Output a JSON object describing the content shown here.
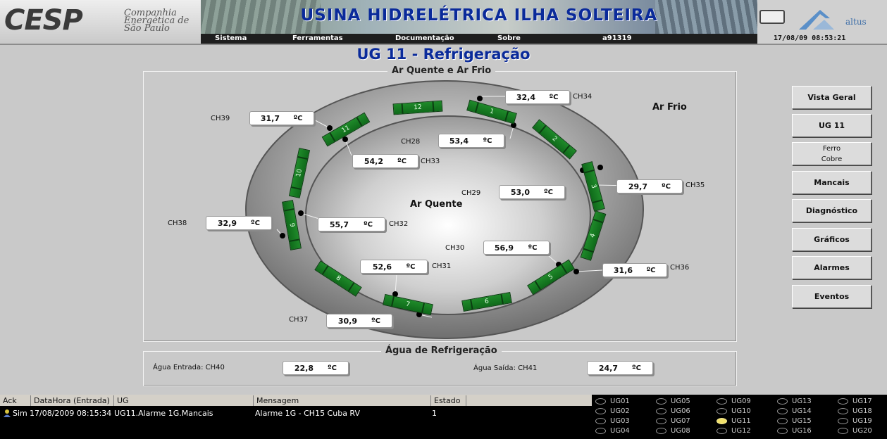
{
  "header": {
    "logo_text": "CESP",
    "logo_sub": "Companhia Energética de São Paulo",
    "title": "USINA  HIDRELÉTRICA ILHA SOLTEIRA",
    "menu": [
      "Sistema",
      "Ferramentas",
      "Documentação",
      "Sobre"
    ],
    "user": "a91319",
    "datetime": "17/08/09  08:53:21",
    "brand": "altus"
  },
  "page_title": "UG 11 - Refrigeração",
  "air": {
    "frame_label": "Ar Quente e Ar Frio",
    "cold_label": "Ar Frio",
    "hot_label": "Ar Quente",
    "unit": "ºC",
    "sensors": [
      "12",
      "1",
      "2",
      "3",
      "4",
      "5",
      "6",
      "7",
      "8",
      "9",
      "10",
      "11"
    ],
    "channels": [
      {
        "ch": "CH34",
        "value": "32,4"
      },
      {
        "ch": "CH39",
        "value": "31,7"
      },
      {
        "ch": "CH28",
        "value": "53,4"
      },
      {
        "ch": "CH33",
        "value": "54,2"
      },
      {
        "ch": "CH29",
        "value": "53,0"
      },
      {
        "ch": "CH35",
        "value": "29,7"
      },
      {
        "ch": "CH38",
        "value": "32,9"
      },
      {
        "ch": "CH32",
        "value": "55,7"
      },
      {
        "ch": "CH30",
        "value": "56,9"
      },
      {
        "ch": "CH31",
        "value": "52,6"
      },
      {
        "ch": "CH36",
        "value": "31,6"
      },
      {
        "ch": "CH37",
        "value": "30,9"
      }
    ]
  },
  "water": {
    "frame_label": "Água de Refrigeração",
    "inlet_label": "Água Entrada: CH40",
    "inlet_value": "22,8",
    "outlet_label": "Água Saída: CH41",
    "outlet_value": "24,7"
  },
  "nav": [
    "Vista Geral",
    "UG 11",
    "Ferro\nCobre",
    "Mancais",
    "Diagnóstico",
    "Gráficos",
    "Alarmes",
    "Eventos"
  ],
  "alarms": {
    "columns": [
      "Ack",
      "DataHora (Entrada)",
      "UG",
      "Mensagem",
      "Estado"
    ],
    "rows": [
      {
        "ack": "Sim",
        "datetime": "17/08/2009 08:15:34",
        "ug": "UG11.Alarme  1G.Mancais",
        "message": "Alarme 1G - CH15 Cuba RV",
        "state": "1"
      }
    ]
  },
  "units": [
    {
      "name": "UG01",
      "active": false
    },
    {
      "name": "UG02",
      "active": false
    },
    {
      "name": "UG03",
      "active": false
    },
    {
      "name": "UG04",
      "active": false
    },
    {
      "name": "UG05",
      "active": false
    },
    {
      "name": "UG06",
      "active": false
    },
    {
      "name": "UG07",
      "active": false
    },
    {
      "name": "UG08",
      "active": false
    },
    {
      "name": "UG09",
      "active": false
    },
    {
      "name": "UG10",
      "active": false
    },
    {
      "name": "UG11",
      "active": true
    },
    {
      "name": "UG12",
      "active": false
    },
    {
      "name": "UG13",
      "active": false
    },
    {
      "name": "UG14",
      "active": false
    },
    {
      "name": "UG15",
      "active": false
    },
    {
      "name": "UG16",
      "active": false
    },
    {
      "name": "UG17",
      "active": false
    },
    {
      "name": "UG18",
      "active": false
    },
    {
      "name": "UG19",
      "active": false
    },
    {
      "name": "UG20",
      "active": false
    }
  ]
}
